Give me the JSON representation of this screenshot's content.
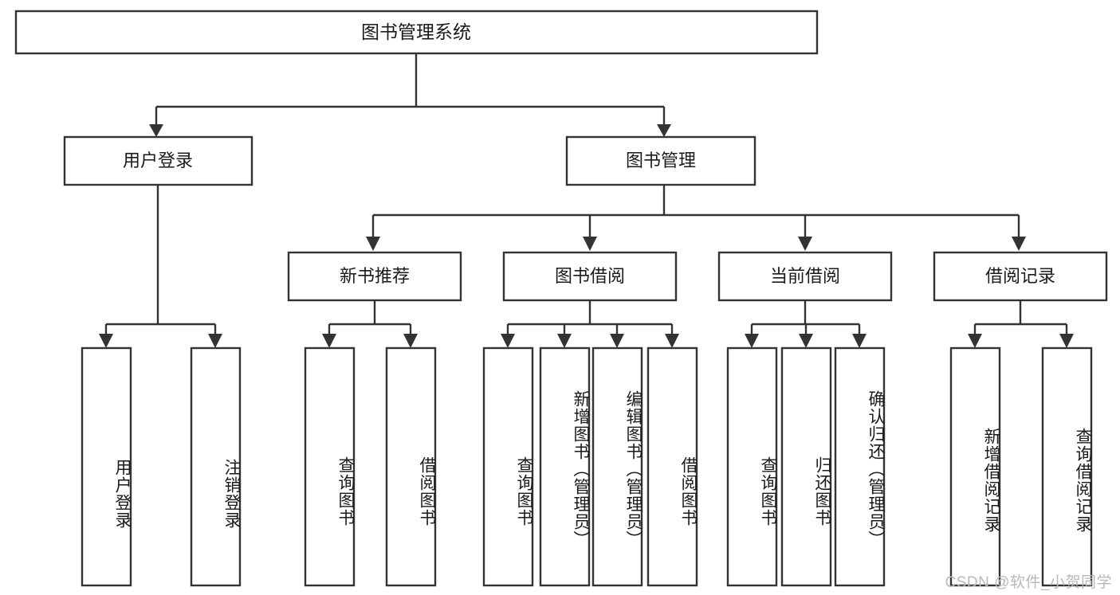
{
  "diagram": {
    "title": "图书管理系统",
    "type": "tree-hierarchy",
    "root": {
      "label": "图书管理系统",
      "orientation": "horizontal"
    },
    "level2": [
      {
        "label": "用户登录"
      },
      {
        "label": "图书管理"
      }
    ],
    "level3": [
      {
        "label": "新书推荐"
      },
      {
        "label": "图书借阅"
      },
      {
        "label": "当前借阅"
      },
      {
        "label": "借阅记录"
      }
    ],
    "leaves": {
      "user_login": [
        {
          "label": "用户登录"
        },
        {
          "label": "注销登录"
        }
      ],
      "new_book_recommend": [
        {
          "label": "查询图书"
        },
        {
          "label": "借阅图书"
        }
      ],
      "book_borrow": [
        {
          "label": "查询图书"
        },
        {
          "label": "新增图书（管理员）"
        },
        {
          "label": "编辑图书（管理员）"
        },
        {
          "label": "借阅图书"
        }
      ],
      "current_borrow": [
        {
          "label": "查询图书"
        },
        {
          "label": "归还图书"
        },
        {
          "label": "确认归还（管理员）"
        }
      ],
      "borrow_record": [
        {
          "label": "新增借阅记录"
        },
        {
          "label": "查询借阅记录"
        }
      ]
    }
  },
  "watermark": {
    "text": "CSDN @软件_小贺同学"
  },
  "colors": {
    "stroke": "#333333",
    "box_fill": "#ffffff",
    "text": "#1a1a1a",
    "watermark": "#b9b9b9",
    "background": "#ffffff"
  }
}
